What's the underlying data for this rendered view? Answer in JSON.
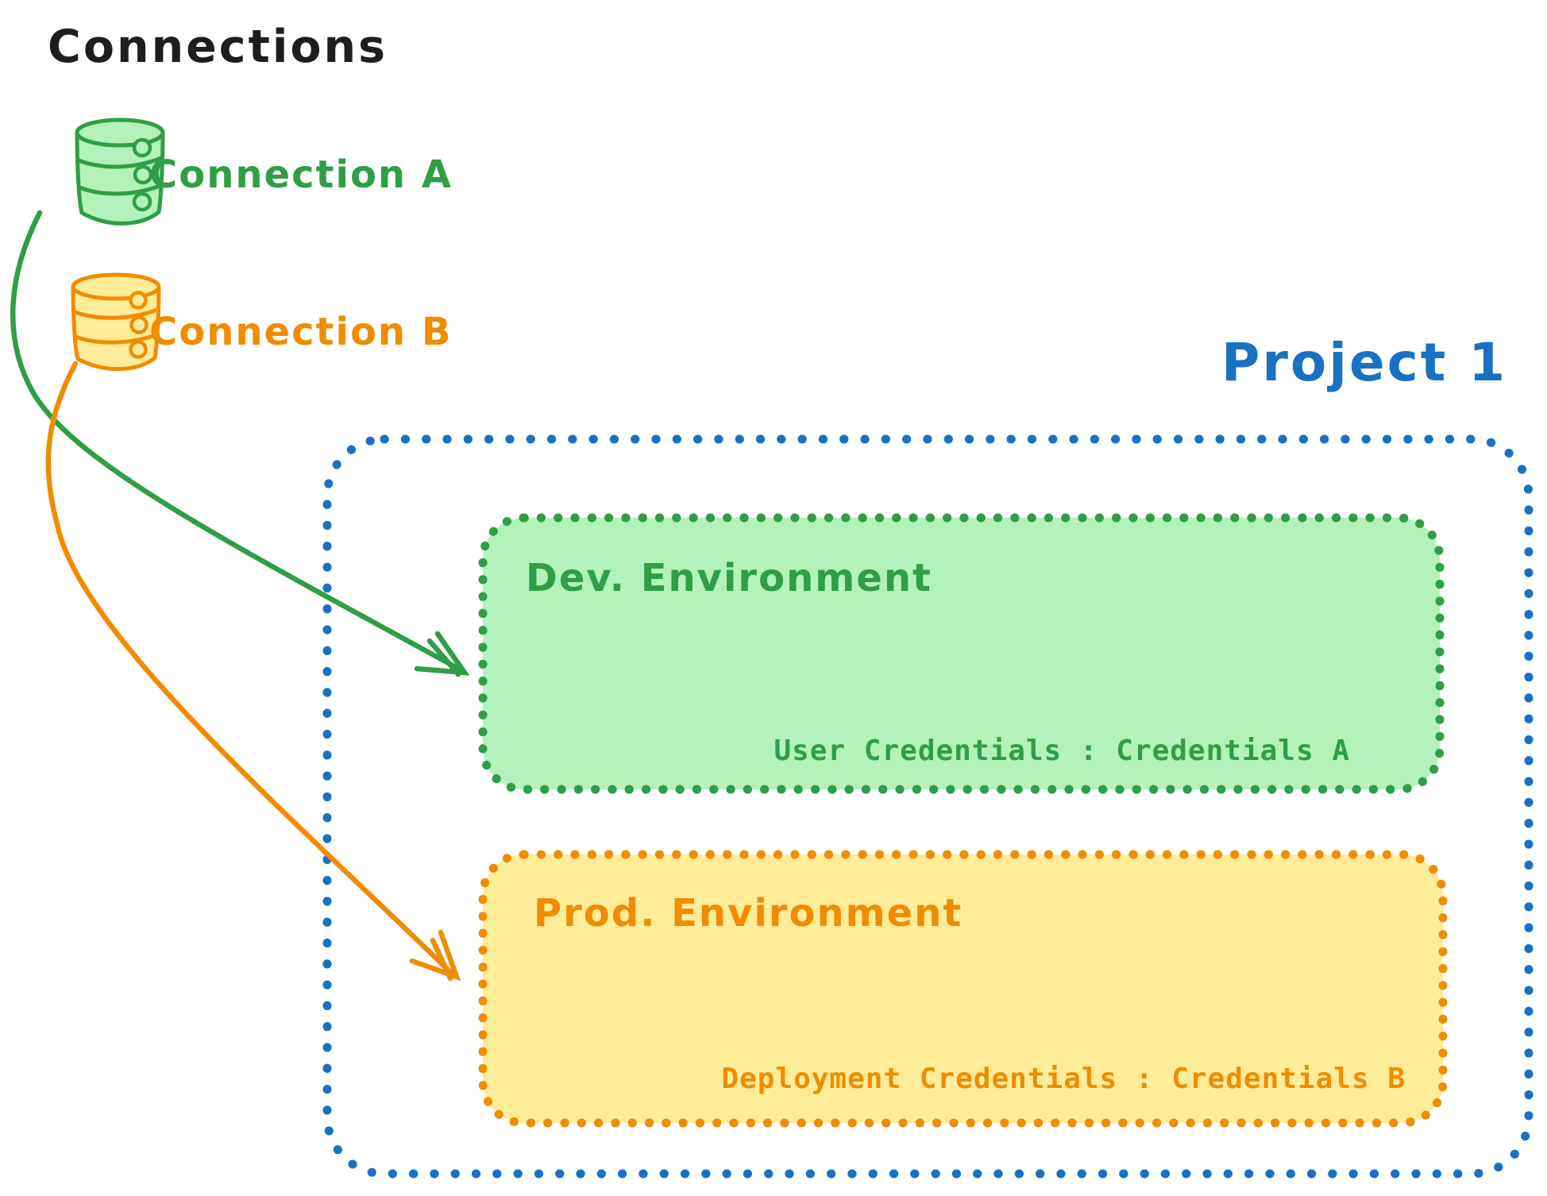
{
  "title": "Connections",
  "colors": {
    "black": "#1e1e1e",
    "green": "#2f9e44",
    "green-fill": "#b2f2bb",
    "orange": "#f08c00",
    "orange-fill": "#ffec99",
    "blue": "#1971c2"
  },
  "connections": [
    {
      "label": "Connection A",
      "color": "#2f9e44",
      "icon": "database-icon"
    },
    {
      "label": "Connection B",
      "color": "#f08c00",
      "icon": "database-icon"
    }
  ],
  "project": {
    "title": "Project 1",
    "environments": [
      {
        "title": "Dev. Environment",
        "credentials_label": "User Credentials : Credentials A",
        "accent": "#2f9e44",
        "fill": "#b2f2bb"
      },
      {
        "title": "Prod. Environment",
        "credentials_label": "Deployment Credentials : Credentials B",
        "accent": "#f08c00",
        "fill": "#ffec99"
      }
    ]
  },
  "arrows": [
    {
      "name": "connection-a-to-dev-environment",
      "color": "#2f9e44"
    },
    {
      "name": "connection-b-to-prod-environment",
      "color": "#f08c00"
    }
  ]
}
